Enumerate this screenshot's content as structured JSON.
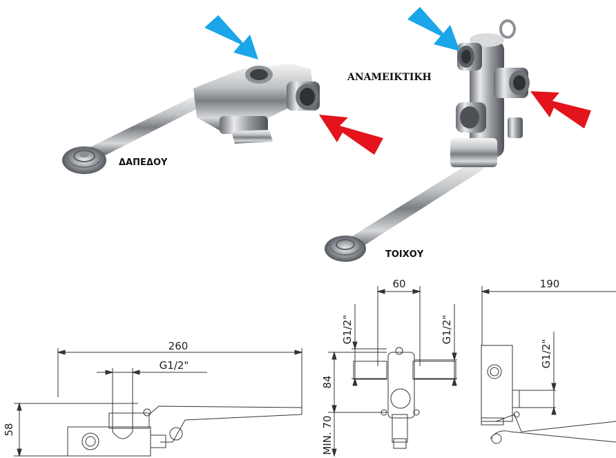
{
  "labels": {
    "floor": "ΔΑΠΕΔΟΥ",
    "mixing": "ΑΝΑΜΕΙΚΤΙΚΗ",
    "wall": "ΤΟΙΧΟΥ"
  },
  "arrows": {
    "cold": "#1aa6e8",
    "hot": "#e3141b"
  },
  "drawing_floor": {
    "length": "260",
    "thread": "G1/2\"",
    "height": "58"
  },
  "drawing_wall_front": {
    "width": "60",
    "thread_left": "G1/2\"",
    "thread_right": "G1/2\"",
    "spacing": "84",
    "min": "MIN. 70"
  },
  "drawing_wall_side": {
    "length": "190",
    "thread": "G1/2\""
  }
}
